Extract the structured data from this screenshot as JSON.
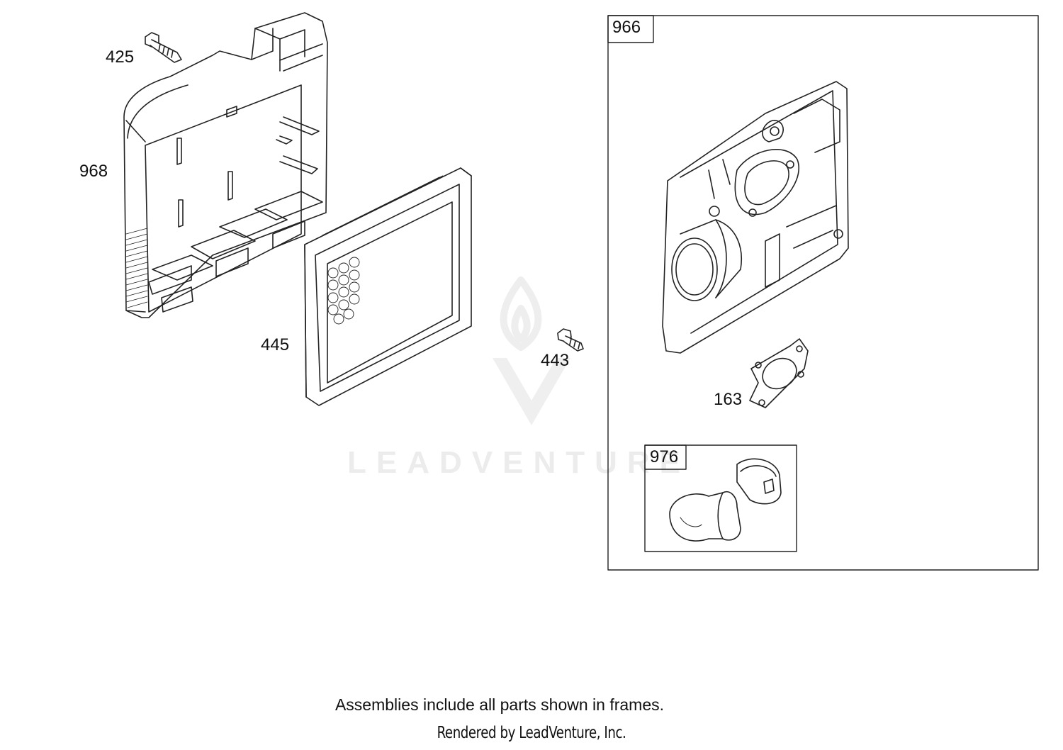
{
  "watermark": {
    "text": "LEADVENTURE"
  },
  "callouts": {
    "p425": "425",
    "p968": "968",
    "p445": "445",
    "p443": "443",
    "p163": "163"
  },
  "frames": {
    "f966": "966",
    "f976": "976"
  },
  "footer": {
    "note": "Assemblies include all parts shown in frames.",
    "rendered_by": "Rendered by LeadVenture, Inc."
  }
}
